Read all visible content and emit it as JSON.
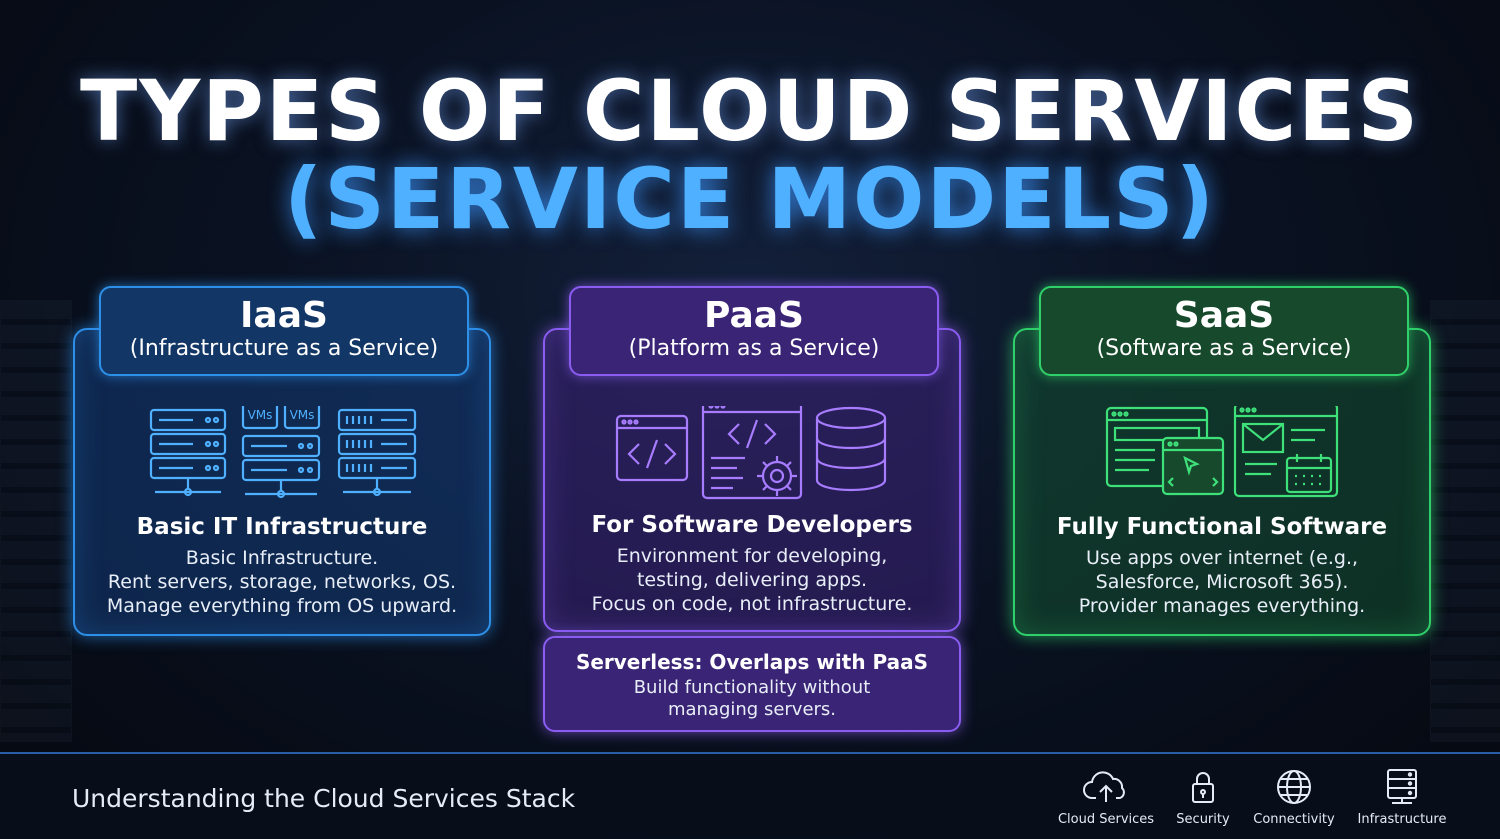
{
  "title": {
    "line1": "TYPES OF CLOUD SERVICES",
    "line2": "(SERVICE MODELS)"
  },
  "cards": [
    {
      "abbr": "IaaS",
      "full": "(Infrastructure as a Service)",
      "icon_label": "VMs",
      "heading": "Basic IT Infrastructure",
      "desc": [
        "Basic Infrastructure.",
        "Rent servers, storage, networks, OS.",
        "Manage everything from OS upward."
      ],
      "color": "#2e8fe8"
    },
    {
      "abbr": "PaaS",
      "full": "(Platform as a Service)",
      "heading": "For Software Developers",
      "desc": [
        "Environment for developing,",
        "testing, delivering apps.",
        "Focus on code, not infrastructure."
      ],
      "color": "#8a5cf0"
    },
    {
      "abbr": "SaaS",
      "full": "(Software as a Service)",
      "heading": "Fully Functional Software",
      "desc": [
        "Use apps over internet (e.g.,",
        "Salesforce, Microsoft 365).",
        "Provider manages everything."
      ],
      "color": "#2fcf6a"
    }
  ],
  "serverless": {
    "heading": "Serverless: Overlaps with PaaS",
    "desc": [
      "Build functionality without",
      "managing servers."
    ]
  },
  "footer": {
    "text": "Understanding the Cloud Services Stack",
    "items": [
      {
        "label": "Cloud Services",
        "icon": "cloud-upload-icon"
      },
      {
        "label": "Security",
        "icon": "lock-icon"
      },
      {
        "label": "Connectivity",
        "icon": "globe-icon"
      },
      {
        "label": "Infrastructure",
        "icon": "server-rack-icon"
      }
    ]
  }
}
